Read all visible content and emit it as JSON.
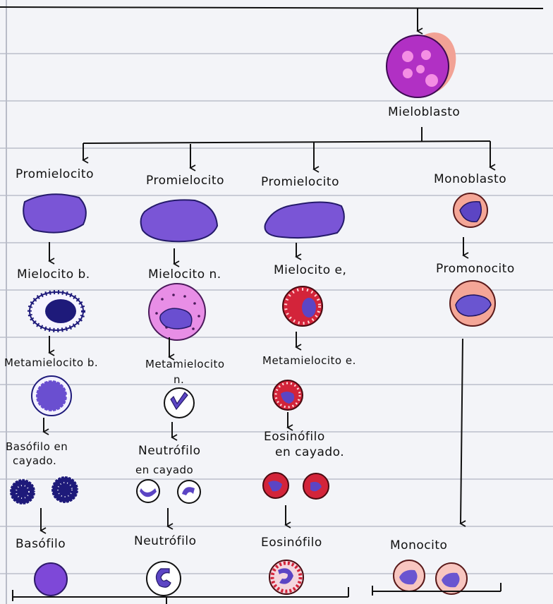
{
  "labels": {
    "mieloblasto": "Mieloblasto",
    "promielocito_b": "Promielocito",
    "promielocito_n": "Promielocito",
    "promielocito_e": "Promielocito",
    "monoblasto": "Monoblasto",
    "mielocito_b": "Mielocito b.",
    "mielocito_n": "Mielocito n.",
    "mielocito_e": "Mielocito e,",
    "promonocito": "Promonocito",
    "metamielocito_b": "Metamielocito b.",
    "metamielocito_n": "Metamielocito",
    "metamielocito_n_suffix": "n.",
    "metamielocito_e": "Metamielocito e.",
    "basofilo_cayado_1": "Basófilo en",
    "basofilo_cayado_2": "cayado.",
    "neutrofilo_cayado_1": "Neutrófilo",
    "neutrofilo_cayado_2": "en cayado",
    "eosinofilo_cayado_1": "Eosinófilo",
    "eosinofilo_cayado_2": "en cayado.",
    "basofilo": "Basófilo",
    "neutrofilo": "Neutrófilo",
    "eosinofilo": "Eosinófilo",
    "monocito": "Monocito"
  },
  "colors": {
    "ink": "#111111",
    "promielocito_fill": "#7a55d6",
    "mieloblasto_fill": "#b130c4",
    "basophil_dots": "#1e1a7a",
    "eosinophil_granules": "#d3243a",
    "neutrophil_pink": "#e88ee6",
    "mono_cytoplasm": "#f3a99a",
    "nucleus_blue": "#5a4bc9"
  }
}
